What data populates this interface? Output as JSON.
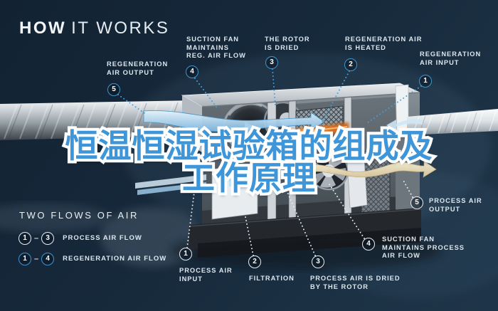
{
  "page_title": {
    "bold": "HOW",
    "rest": "IT WORKS"
  },
  "overlay_title": {
    "line1": "恒温恒湿试验箱的组成及",
    "line2": "工作原理"
  },
  "regeneration_callouts": [
    {
      "num": "1",
      "lines": [
        "REGENERATION",
        "AIR INPUT"
      ]
    },
    {
      "num": "2",
      "lines": [
        "REGENERATION AIR",
        "IS HEATED"
      ]
    },
    {
      "num": "3",
      "lines": [
        "THE ROTOR",
        "IS DRIED"
      ]
    },
    {
      "num": "4",
      "lines": [
        "SUCTION FAN",
        "MAINTAINS",
        "REG. AIR FLOW"
      ]
    },
    {
      "num": "5",
      "lines": [
        "REGENERATION",
        "AIR OUTPUT"
      ]
    }
  ],
  "process_callouts": [
    {
      "num": "1",
      "lines": [
        "PROCESS AIR",
        "INPUT"
      ]
    },
    {
      "num": "2",
      "lines": [
        "FILTRATION"
      ]
    },
    {
      "num": "3",
      "lines": [
        "PROCESS AIR IS DRIED",
        "BY THE ROTOR"
      ]
    },
    {
      "num": "4",
      "lines": [
        "SUCTION FAN",
        "MAINTAINS PROCESS",
        "AIR FLOW"
      ]
    },
    {
      "num": "5",
      "lines": [
        "PROCESS AIR",
        "OUTPUT"
      ]
    }
  ],
  "legend": {
    "heading": "TWO FLOWS OF AIR",
    "rows": [
      {
        "from": "1",
        "dash": "–",
        "to": "3",
        "label": "PROCESS AIR FLOW",
        "flow": "process"
      },
      {
        "from": "1",
        "dash": "–",
        "to": "4",
        "label": "REGENERATION AIR FLOW",
        "flow": "regeneration"
      }
    ]
  },
  "colors": {
    "background": "#16293b",
    "accent_blue": "#3e96cc",
    "label_text": "#dde7ee",
    "overlay_text_blue": "#3e96d8",
    "overlay_text_outline": "#ffffff",
    "heater_orange": "#e07a2a",
    "regen_ribbon_cream": "#e9dcb4",
    "process_ribbon_blue": "#a9d2ec",
    "process_circle_border": "#e8eef3",
    "regeneration_circle_border": "#3e96cc"
  }
}
